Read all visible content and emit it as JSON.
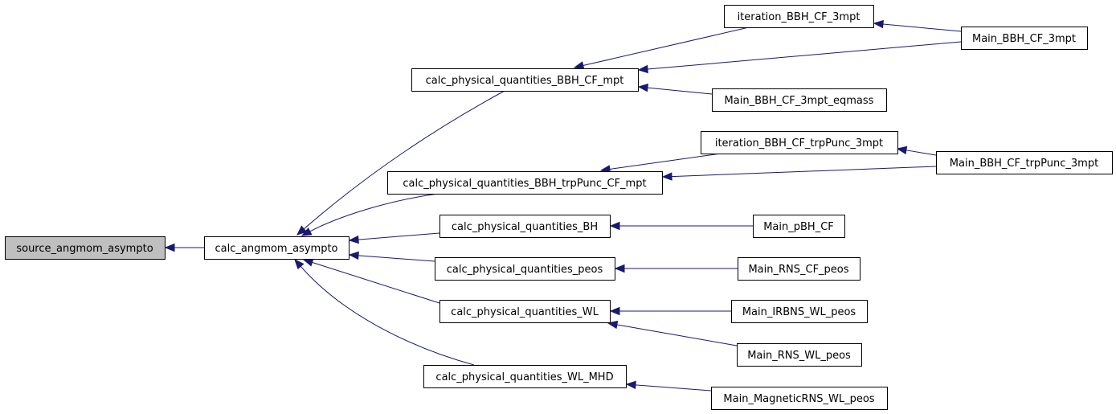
{
  "diagram": {
    "nodes": [
      {
        "id": "source_angmom_asympto",
        "label": "source_angmom_asympto",
        "highlighted": true
      },
      {
        "id": "calc_angmom_asympto",
        "label": "calc_angmom_asympto"
      },
      {
        "id": "cpq_bbh_cf_mpt",
        "label": "calc_physical_quantities_BBH_CF_mpt"
      },
      {
        "id": "cpq_bbh_trppunc_cf_mpt",
        "label": "calc_physical_quantities_BBH_trpPunc_CF_mpt"
      },
      {
        "id": "cpq_bh",
        "label": "calc_physical_quantities_BH"
      },
      {
        "id": "cpq_peos",
        "label": "calc_physical_quantities_peos"
      },
      {
        "id": "cpq_wl",
        "label": "calc_physical_quantities_WL"
      },
      {
        "id": "cpq_wl_mhd",
        "label": "calc_physical_quantities_WL_MHD"
      },
      {
        "id": "iteration_bbh_cf_3mpt",
        "label": "iteration_BBH_CF_3mpt"
      },
      {
        "id": "main_bbh_cf_3mpt",
        "label": "Main_BBH_CF_3mpt"
      },
      {
        "id": "main_bbh_cf_3mpt_eqmass",
        "label": "Main_BBH_CF_3mpt_eqmass"
      },
      {
        "id": "iteration_bbh_cf_trppunc_3mpt",
        "label": "iteration_BBH_CF_trpPunc_3mpt"
      },
      {
        "id": "main_bbh_cf_trppunc_3mpt",
        "label": "Main_BBH_CF_trpPunc_3mpt"
      },
      {
        "id": "main_pbh_cf",
        "label": "Main_pBH_CF"
      },
      {
        "id": "main_rns_cf_peos",
        "label": "Main_RNS_CF_peos"
      },
      {
        "id": "main_irbns_wl_peos",
        "label": "Main_IRBNS_WL_peos"
      },
      {
        "id": "main_rns_wl_peos",
        "label": "Main_RNS_WL_peos"
      },
      {
        "id": "main_magneticrns_wl_peos",
        "label": "Main_MagneticRNS_WL_peos"
      }
    ],
    "edges": [
      {
        "from": "calc_angmom_asympto",
        "to": "source_angmom_asympto"
      },
      {
        "from": "cpq_bbh_cf_mpt",
        "to": "calc_angmom_asympto"
      },
      {
        "from": "cpq_bbh_trppunc_cf_mpt",
        "to": "calc_angmom_asympto"
      },
      {
        "from": "cpq_bh",
        "to": "calc_angmom_asympto"
      },
      {
        "from": "cpq_peos",
        "to": "calc_angmom_asympto"
      },
      {
        "from": "cpq_wl",
        "to": "calc_angmom_asympto"
      },
      {
        "from": "cpq_wl_mhd",
        "to": "calc_angmom_asympto"
      },
      {
        "from": "iteration_bbh_cf_3mpt",
        "to": "cpq_bbh_cf_mpt"
      },
      {
        "from": "main_bbh_cf_3mpt",
        "to": "cpq_bbh_cf_mpt"
      },
      {
        "from": "main_bbh_cf_3mpt_eqmass",
        "to": "cpq_bbh_cf_mpt"
      },
      {
        "from": "main_bbh_cf_3mpt",
        "to": "iteration_bbh_cf_3mpt"
      },
      {
        "from": "iteration_bbh_cf_trppunc_3mpt",
        "to": "cpq_bbh_trppunc_cf_mpt"
      },
      {
        "from": "main_bbh_cf_trppunc_3mpt",
        "to": "cpq_bbh_trppunc_cf_mpt"
      },
      {
        "from": "main_bbh_cf_trppunc_3mpt",
        "to": "iteration_bbh_cf_trppunc_3mpt"
      },
      {
        "from": "main_pbh_cf",
        "to": "cpq_bh"
      },
      {
        "from": "main_rns_cf_peos",
        "to": "cpq_peos"
      },
      {
        "from": "main_irbns_wl_peos",
        "to": "cpq_wl"
      },
      {
        "from": "main_rns_wl_peos",
        "to": "cpq_wl"
      },
      {
        "from": "main_magneticrns_wl_peos",
        "to": "cpq_wl_mhd"
      }
    ]
  }
}
